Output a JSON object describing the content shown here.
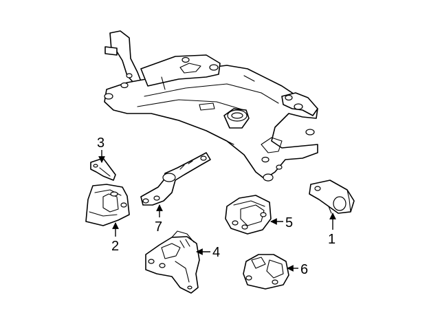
{
  "diagram": {
    "background": "#ffffff",
    "line_color": "#000000",
    "parts": [
      {
        "id": "subframe",
        "callout": ""
      },
      {
        "id": "mount-1",
        "callout": "1"
      },
      {
        "id": "mount-2",
        "callout": "2"
      },
      {
        "id": "bracket-3",
        "callout": "3"
      },
      {
        "id": "mount-4",
        "callout": "4"
      },
      {
        "id": "mount-5",
        "callout": "5"
      },
      {
        "id": "mount-6",
        "callout": "6"
      },
      {
        "id": "torque-rod-7",
        "callout": "7"
      }
    ],
    "icons": [
      "arrow-icon"
    ]
  }
}
